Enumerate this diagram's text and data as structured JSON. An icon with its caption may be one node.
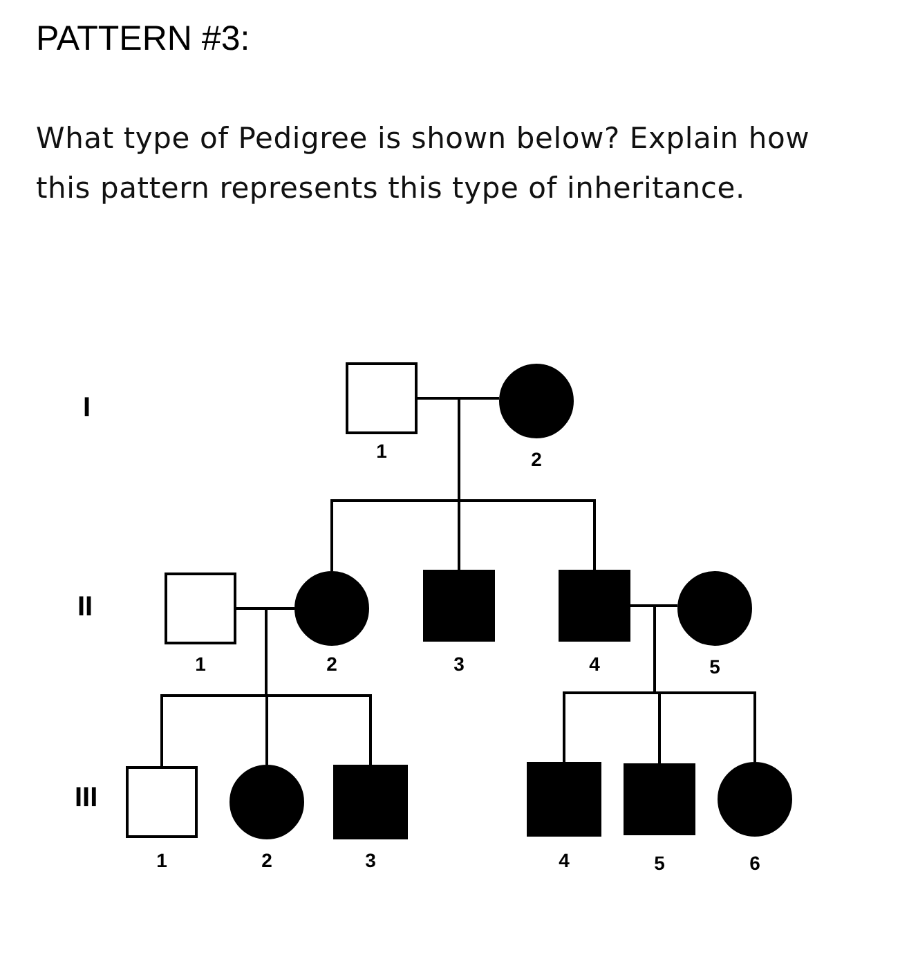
{
  "diagram": {
    "title": "PATTERN #3:",
    "nodes": [
      {
        "text": [],
        "shape": "box",
        "beside": [
          "1"
        ]
      },
      {
        "text": [],
        "shape": "circle",
        "beside": [
          "2"
        ]
      },
      {
        "text": [],
        "shape": "box",
        "beside": [
          "1"
        ]
      },
      {
        "text": [],
        "shape": "circle",
        "beside": [
          "2"
        ]
      },
      {
        "text": [],
        "shape": "box",
        "beside": [
          "3"
        ]
      },
      {
        "text": [],
        "shape": "box",
        "beside": [
          "4"
        ]
      },
      {
        "text": [],
        "shape": "circle",
        "beside": [
          "5"
        ]
      },
      {
        "text": [],
        "shape": "box",
        "beside": [
          "1"
        ]
      },
      {
        "text": [],
        "shape": "circle",
        "beside": [
          "2"
        ]
      },
      {
        "text": [],
        "shape": "box",
        "beside": [
          "3"
        ]
      },
      {
        "text": [],
        "shape": "box",
        "beside": [
          "4"
        ]
      },
      {
        "text": [],
        "shape": "box",
        "beside": [
          "5"
        ]
      },
      {
        "text": [],
        "shape": "circle",
        "beside": [
          "6"
        ]
      }
    ],
    "edges": [
      {
        "from": 0,
        "to": 1,
        "arrow": "none"
      },
      {
        "from": 0,
        "to": 3,
        "arrow": "none"
      },
      {
        "from": 1,
        "to": 3,
        "arrow": "none"
      },
      {
        "from": 0,
        "to": 4,
        "arrow": "none"
      },
      {
        "from": 1,
        "to": 4,
        "arrow": "none"
      },
      {
        "from": 0,
        "to": 5,
        "arrow": "none"
      },
      {
        "from": 1,
        "to": 5,
        "arrow": "none"
      },
      {
        "from": 2,
        "to": 3,
        "arrow": "none"
      },
      {
        "from": 2,
        "to": 7,
        "arrow": "none"
      },
      {
        "from": 3,
        "to": 7,
        "arrow": "none"
      },
      {
        "from": 2,
        "to": 8,
        "arrow": "none"
      },
      {
        "from": 3,
        "to": 8,
        "arrow": "none"
      },
      {
        "from": 2,
        "to": 9,
        "arrow": "none"
      },
      {
        "from": 3,
        "to": 9,
        "arrow": "none"
      },
      {
        "from": 5,
        "to": 6,
        "arrow": "none"
      },
      {
        "from": 5,
        "to": 10,
        "arrow": "none"
      },
      {
        "from": 6,
        "to": 10,
        "arrow": "none"
      },
      {
        "from": 5,
        "to": 11,
        "arrow": "none"
      },
      {
        "from": 6,
        "to": 11,
        "arrow": "none"
      },
      {
        "from": 5,
        "to": 12,
        "arrow": "none"
      },
      {
        "from": 6,
        "to": 12,
        "arrow": "none"
      }
    ],
    "labels": [
      "What type of Pedigree is shown below? Explain how this pattern represents this type of inheritance.",
      "I",
      "II",
      "III"
    ]
  }
}
